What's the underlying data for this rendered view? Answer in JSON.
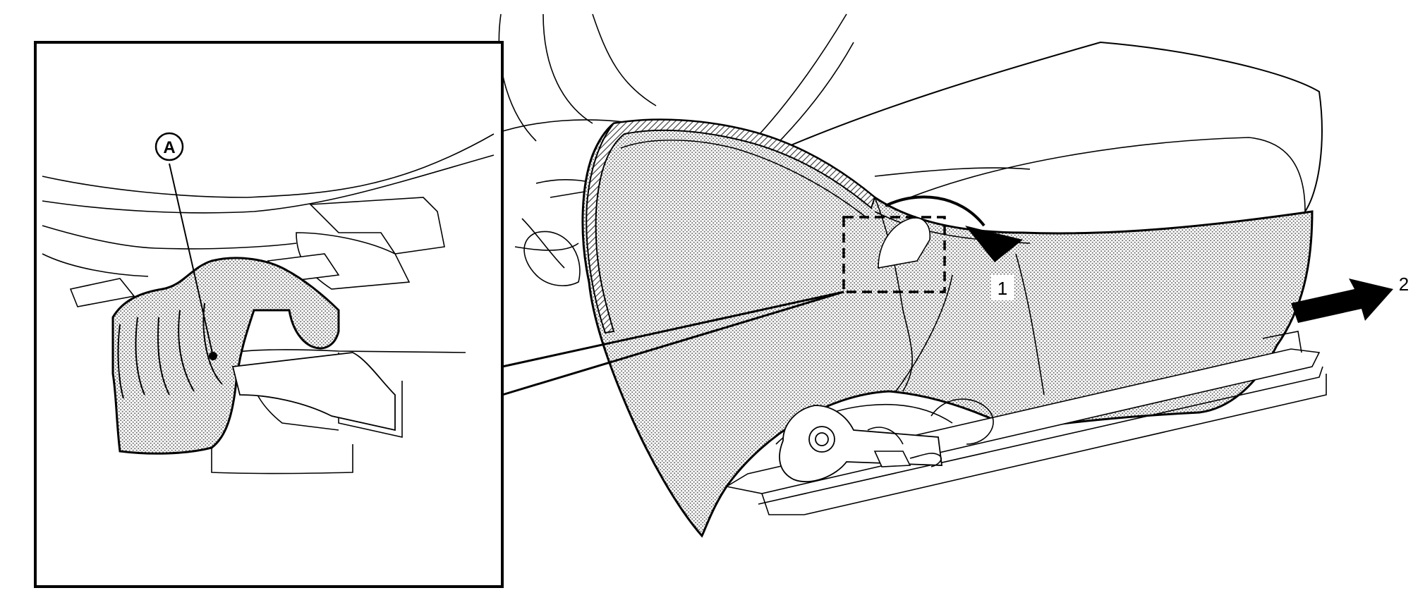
{
  "labels": {
    "callout_a": "A",
    "step_1": "1",
    "step_2": "2"
  },
  "colors": {
    "line": "#000000",
    "hatch": "#9a9a9a",
    "background": "#ffffff"
  },
  "icons": {
    "rotate_arrow": "curved-arrow-right-down",
    "direction_arrow": "arrow-right"
  }
}
